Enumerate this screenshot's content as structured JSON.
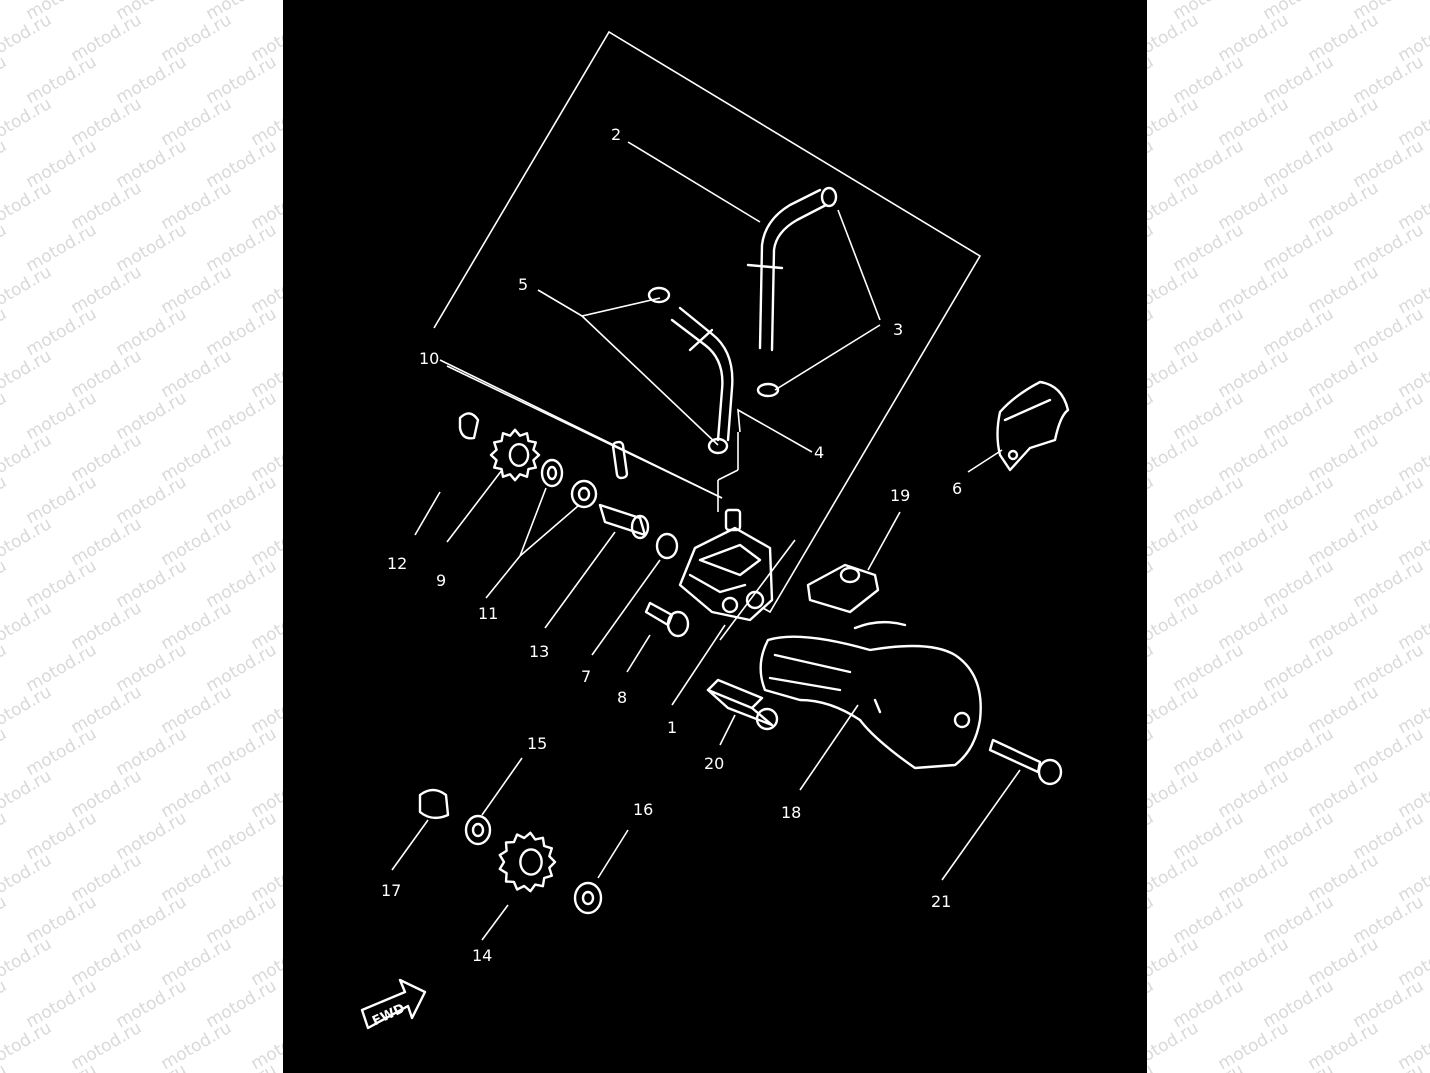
{
  "watermark": "motod.ru",
  "fwd_label": "FWD",
  "callouts": [
    "1",
    "2",
    "3",
    "4",
    "5",
    "6",
    "7",
    "8",
    "9",
    "10",
    "11",
    "12",
    "13",
    "14",
    "15",
    "16",
    "17",
    "18",
    "19",
    "20",
    "21"
  ],
  "colors": {
    "background": "#000000",
    "lines": "#ffffff",
    "margin": "#ffffff",
    "watermark": "#d9d9d9"
  }
}
